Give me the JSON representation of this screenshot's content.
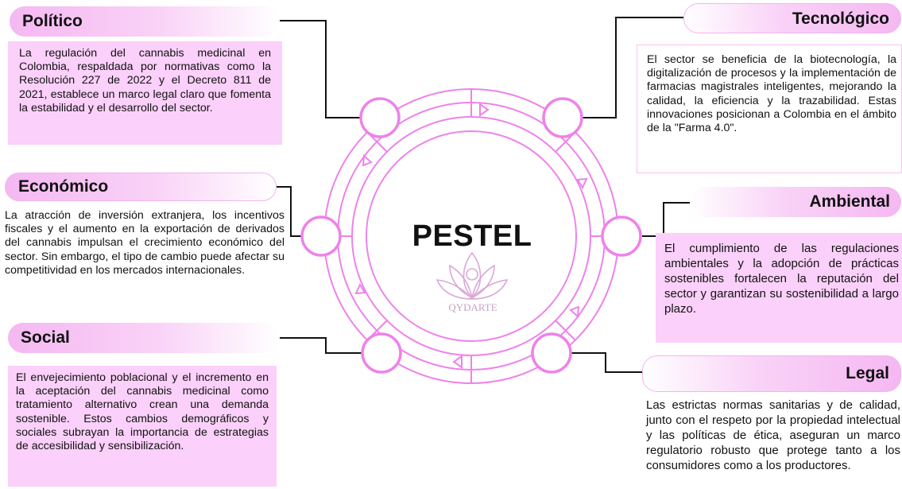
{
  "center": {
    "title": "PESTEL",
    "logo_text": "QYDARTE"
  },
  "politico": {
    "title": "Político",
    "text": "La regulación del cannabis medicinal en Colombia, respaldada por normativas como la Resolución 227 de 2022 y el Decreto 811 de 2021, establece un marco legal claro que fomenta la estabilidad y el desarrollo del sector."
  },
  "economico": {
    "title": "Económico",
    "text": "La atracción de inversión extranjera, los incentivos fiscales y el aumento en la exportación de derivados del cannabis impulsan el crecimiento económico del sector. Sin embargo, el tipo de cambio puede afectar su competitividad en los mercados internacionales."
  },
  "social": {
    "title": "Social",
    "text": "El envejecimiento poblacional y el incremento en la aceptación del cannabis medicinal como tratamiento alternativo crean una demanda sostenible. Estos cambios demográficos y sociales subrayan la importancia de estrategias de accesibilidad y sensibilización."
  },
  "tecnologico": {
    "title": "Tecnológico",
    "text": "El sector se beneficia de la biotecnología, la digitalización de procesos y la implementación de farmacias magistrales inteligentes, mejorando la calidad, la eficiencia y la trazabilidad. Estas innovaciones posicionan a Colombia en el ámbito de la \"Farma 4.0\"."
  },
  "ambiental": {
    "title": "Ambiental",
    "text": "El cumplimiento de las regulaciones ambientales y la adopción de prácticas sostenibles fortalecen la reputación del sector y garantizan su sostenibilidad a largo plazo."
  },
  "legal": {
    "title": "Legal",
    "text": "Las estrictas normas sanitarias y de calidad, junto con el respeto por la propiedad intelectual y las políticas de ética, aseguran un marco regulatorio robusto que protege tanto a los consumidores como a los productores."
  },
  "colors": {
    "accent": "#f5b8f2",
    "ring": "#ee82ea",
    "box": "#fbd0fa"
  }
}
